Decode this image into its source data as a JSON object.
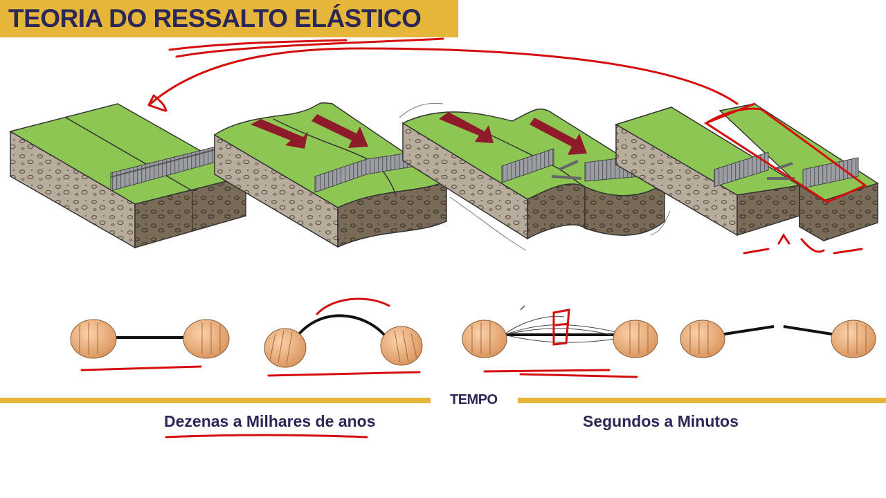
{
  "title": "TEORIA DO RESSALTO ELÁSTICO",
  "timeline": {
    "label": "TEMPO",
    "left_caption": "Dezenas a Milhares de anos",
    "right_caption": "Segundos a Minutos"
  },
  "panels": [
    "block-unstrained",
    "block-strained",
    "block-rupture",
    "block-offset"
  ],
  "rope_stages": [
    "rope-straight",
    "rope-bent",
    "rope-snapping",
    "rope-broken"
  ],
  "colors": {
    "accent_yellow": "#e5b63a",
    "title_navy": "#2b2756",
    "grass": "#8dc653",
    "soil": "#a89c8a",
    "annotation_red": "#d50d0d",
    "arrow": "#8f1b2a"
  }
}
